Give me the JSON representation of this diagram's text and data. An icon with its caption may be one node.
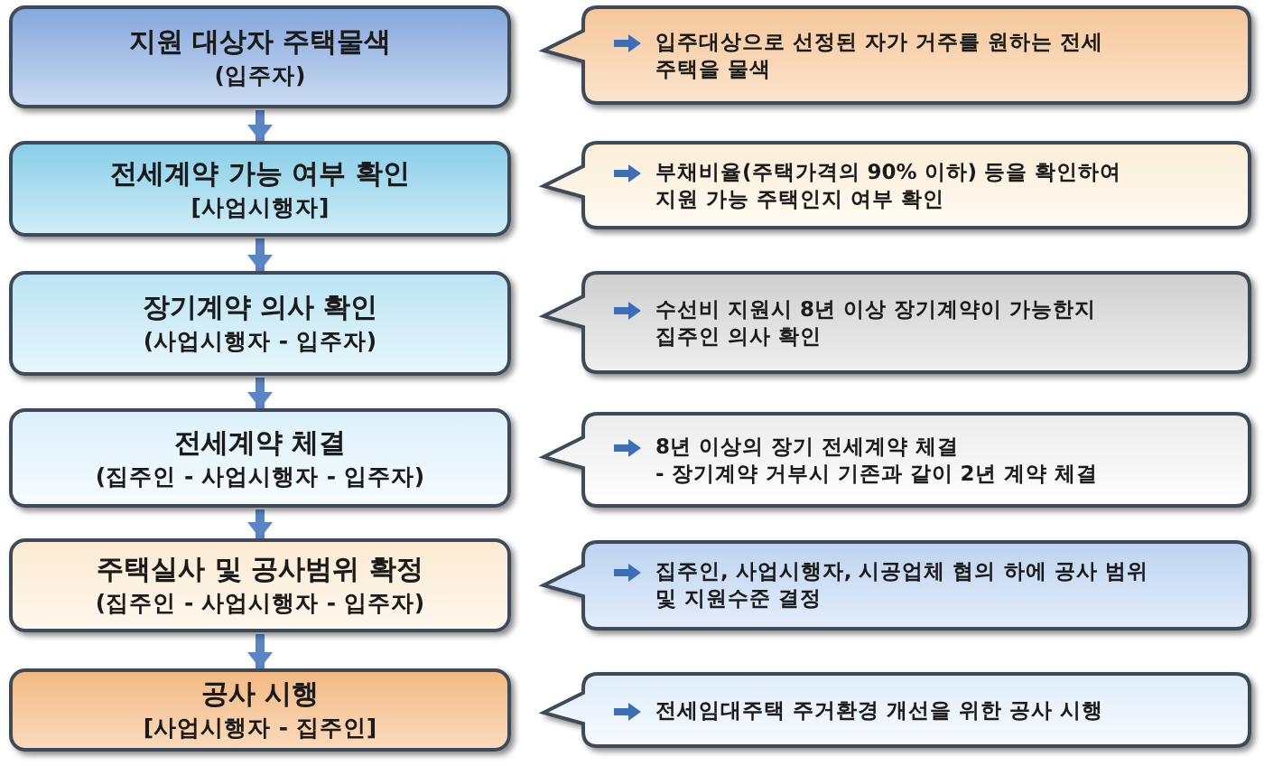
{
  "diagram": {
    "nodes": [
      {
        "text": [
          "지원 대상자 주택물색",
          "(입주자)"
        ]
      },
      {
        "text": [
          "입주대상으로 선정된 자가 거주를 원하는 전세 주택을 물색"
        ]
      },
      {
        "text": [
          "전세계약 가능 여부 확인",
          "[사업시행자]"
        ]
      },
      {
        "text": [
          "부채비율(주택가격의 90% 이하) 등을 확인하여 지원 가능 주택인지 여부 확인"
        ]
      },
      {
        "text": [
          "장기계약 의사 확인",
          "(사업시행자 - 입주자)"
        ]
      },
      {
        "text": [
          "수선비 지원시 8년 이상 장기계약이 가능한지 집주인 의사 확인"
        ]
      },
      {
        "text": [
          "전세계약 체결",
          "(집주인 - 사업시행자 - 입주자)"
        ]
      },
      {
        "text": [
          "8년 이상의 장기 전세계약 체결",
          "- 장기계약 거부시 기존과 같이 2년 계약 체결"
        ]
      },
      {
        "text": [
          "주택실사 및 공사범위 확정",
          "(집주인 - 사업시행자 - 입주자)"
        ]
      },
      {
        "text": [
          "집주인, 사업시행자, 시공업체 협의 하에 공사 범위 및 지원수준 결정"
        ]
      },
      {
        "text": [
          "공사 시행",
          "[사업시행자 - 집주인]"
        ]
      },
      {
        "text": [
          "전세임대주택 주거환경 개선을 위한 공사 시행"
        ]
      }
    ],
    "edges": [
      {
        "from": 0,
        "to": 2,
        "arrow": "to"
      },
      {
        "from": 2,
        "to": 4,
        "arrow": "to"
      },
      {
        "from": 4,
        "to": 6,
        "arrow": "to"
      },
      {
        "from": 6,
        "to": 8,
        "arrow": "to"
      },
      {
        "from": 8,
        "to": 10,
        "arrow": "to"
      }
    ]
  }
}
